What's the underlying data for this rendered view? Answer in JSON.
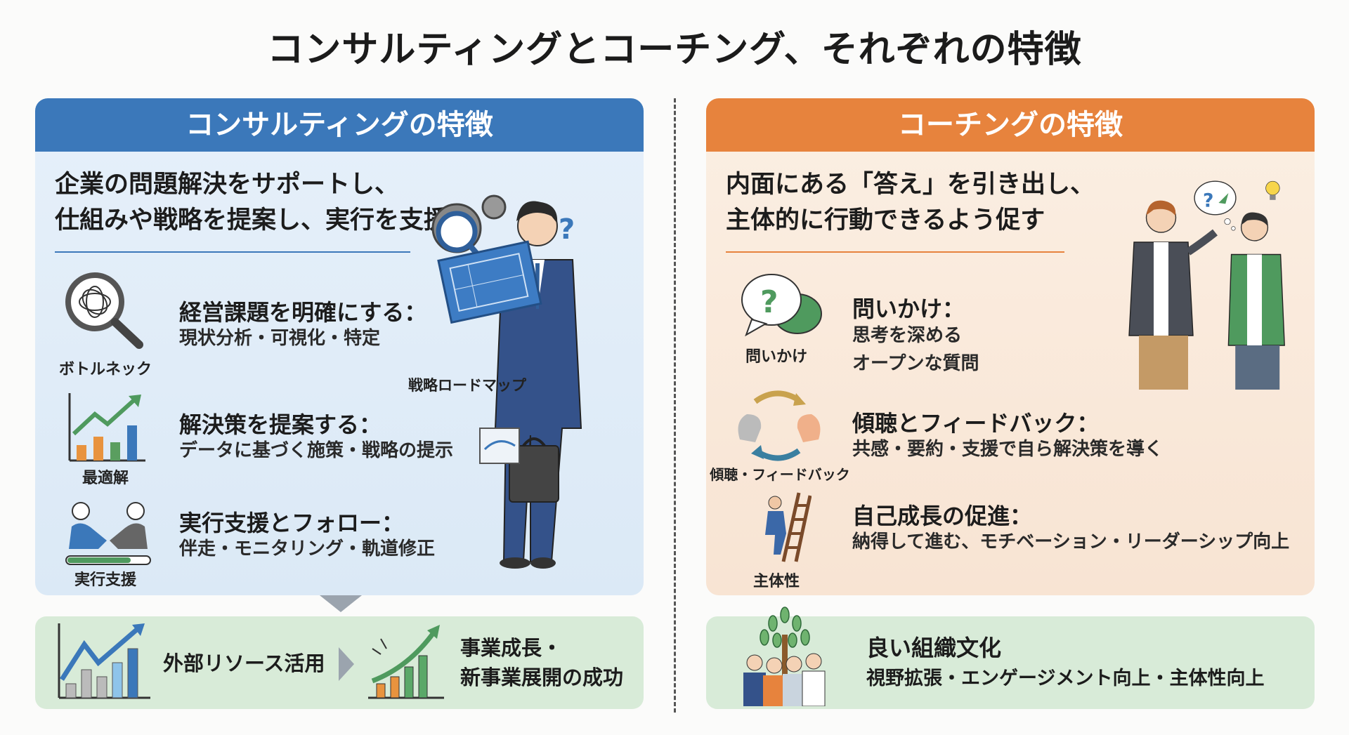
{
  "title": "コンサルティングとコーチング、それぞれの特徴",
  "consulting": {
    "header": "コンサルティングの特徴",
    "headline": [
      "企業の問題解決をサポートし、",
      "仕組みや戦略を提案し、実行を支援"
    ],
    "illustration_label": "戦略ロードマップ",
    "items": [
      {
        "heading": "経営課題を明確にする：",
        "sub": "現状分析・可視化・特定",
        "icon_label": "ボトルネック"
      },
      {
        "heading": "解決策を提案する：",
        "sub": "データに基づく施策・戦略の提示",
        "icon_label": "最適解"
      },
      {
        "heading": "実行支援とフォロー：",
        "sub": "伴走・モニタリング・軌道修正",
        "icon_label": "実行支援"
      }
    ],
    "outcome": {
      "from": "外部リソース活用",
      "to": [
        "事業成長・",
        "新事業展開の成功"
      ]
    }
  },
  "coaching": {
    "header": "コーチングの特徴",
    "headline": [
      "内面にある「答え」を引き出し、",
      "主体的に行動できるよう促す"
    ],
    "items": [
      {
        "heading": "問いかけ：",
        "sub": [
          "思考を深める",
          "オープンな質問"
        ],
        "icon_label": "問いかけ"
      },
      {
        "heading": "傾聴とフィードバック：",
        "sub": "共感・要約・支援で自ら解決策を導く",
        "icon_label": "傾聴・フィードバック"
      },
      {
        "heading": "自己成長の促進：",
        "sub": "納得して進む、モチベーション・リーダーシップ向上",
        "icon_label": "主体性"
      }
    ],
    "outcome": {
      "title": "良い組織文化",
      "sub": "視野拡張・エンゲージメント向上・主体性向上"
    }
  },
  "colors": {
    "blue": "#3b78ba",
    "orange": "#e7833d",
    "green": "#4f9a5e"
  }
}
